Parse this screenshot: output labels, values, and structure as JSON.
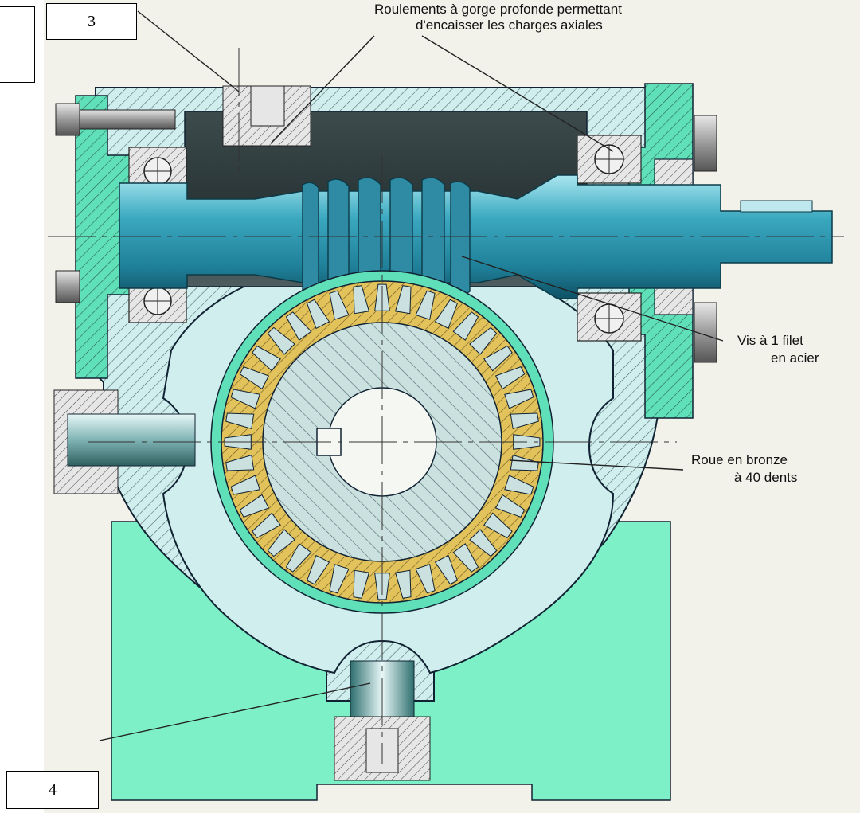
{
  "callouts": {
    "box_3": "3",
    "box_4": "4"
  },
  "labels": {
    "bearings_line1": "Roulements à gorge profonde permettant",
    "bearings_line2": "d'encaisser les charges axiales",
    "worm_line1": "Vis à 1 filet",
    "worm_line2": "en acier",
    "wheel_line1": "Roue en bronze",
    "wheel_line2": "à 40 dents"
  },
  "colors": {
    "background": "#f2f1ea",
    "housing": "#cfeeed",
    "base": "#7ef0c8",
    "shaft": "#3aa8bf",
    "wheel_bronze": "#e2c25a",
    "cover": "#5fe0b8",
    "hatch": "#4d6a6a"
  }
}
